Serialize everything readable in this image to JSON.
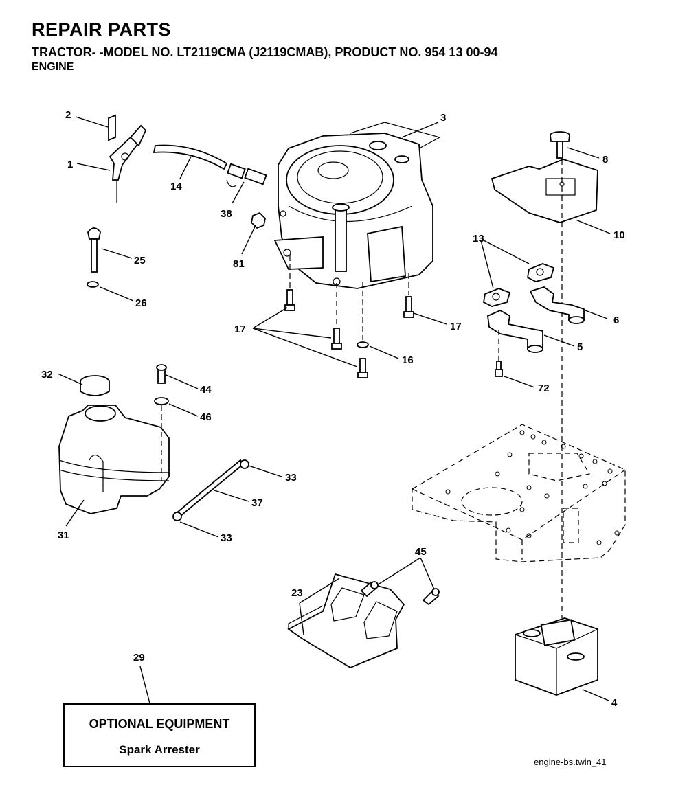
{
  "header": {
    "title": "REPAIR PARTS",
    "subtitle": "TRACTOR- -MODEL NO. LT2119CMA (J2119CMAB), PRODUCT NO. 954 13 00-94",
    "section": "ENGINE"
  },
  "callouts": [
    {
      "id": "c2",
      "label": "2"
    },
    {
      "id": "c1",
      "label": "1"
    },
    {
      "id": "c14",
      "label": "14"
    },
    {
      "id": "c3",
      "label": "3"
    },
    {
      "id": "c8",
      "label": "8"
    },
    {
      "id": "c10",
      "label": "10"
    },
    {
      "id": "c38",
      "label": "38"
    },
    {
      "id": "c81",
      "label": "81"
    },
    {
      "id": "c25",
      "label": "25"
    },
    {
      "id": "c26",
      "label": "26"
    },
    {
      "id": "c13",
      "label": "13"
    },
    {
      "id": "c6",
      "label": "6"
    },
    {
      "id": "c17a",
      "label": "17"
    },
    {
      "id": "c17b",
      "label": "17"
    },
    {
      "id": "c5",
      "label": "5"
    },
    {
      "id": "c16",
      "label": "16"
    },
    {
      "id": "c72",
      "label": "72"
    },
    {
      "id": "c32",
      "label": "32"
    },
    {
      "id": "c44",
      "label": "44"
    },
    {
      "id": "c46",
      "label": "46"
    },
    {
      "id": "c33a",
      "label": "33"
    },
    {
      "id": "c37",
      "label": "37"
    },
    {
      "id": "c31",
      "label": "31"
    },
    {
      "id": "c33b",
      "label": "33"
    },
    {
      "id": "c45",
      "label": "45"
    },
    {
      "id": "c23",
      "label": "23"
    },
    {
      "id": "c29",
      "label": "29"
    },
    {
      "id": "c4",
      "label": "4"
    }
  ],
  "optional_box": {
    "title": "OPTIONAL EQUIPMENT",
    "item": "Spark Arrester"
  },
  "reference": "engine-bs.twin_41"
}
